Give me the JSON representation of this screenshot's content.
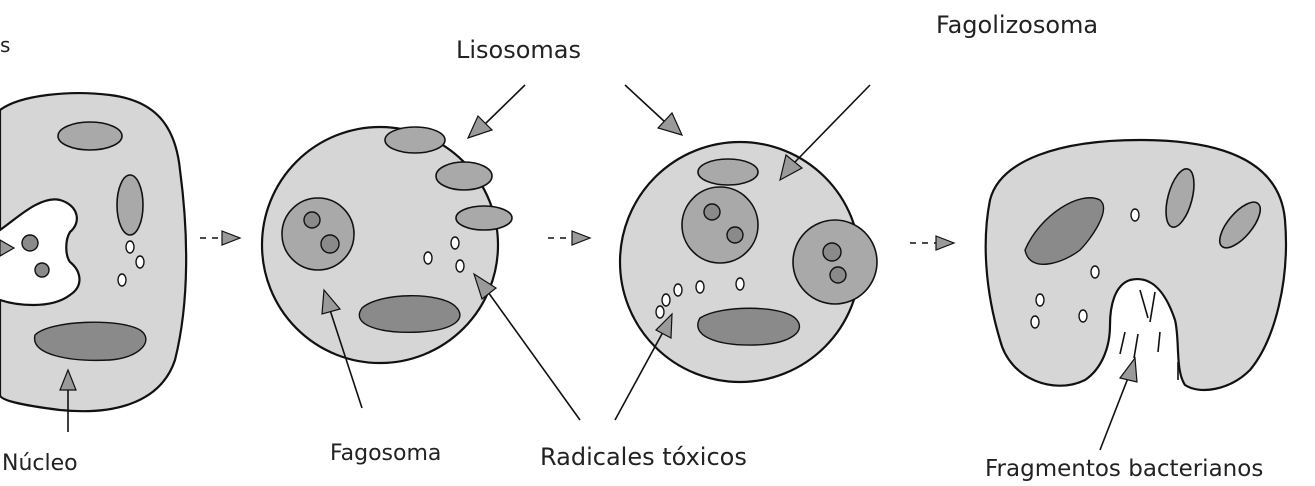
{
  "labels": {
    "cut_left": "s",
    "lisosomas": "Lisosomas",
    "fagolizosoma": "Fagolizosoma",
    "nucleo": "Núcleo",
    "fagosoma": "Fagosoma",
    "radicales": "Radicales tóxicos",
    "fragmentos": "Fragmentos bacterianos"
  },
  "colors": {
    "cytoplasm": "#d6d6d6",
    "organelle": "#a9a9a9",
    "outline": "#111111"
  }
}
